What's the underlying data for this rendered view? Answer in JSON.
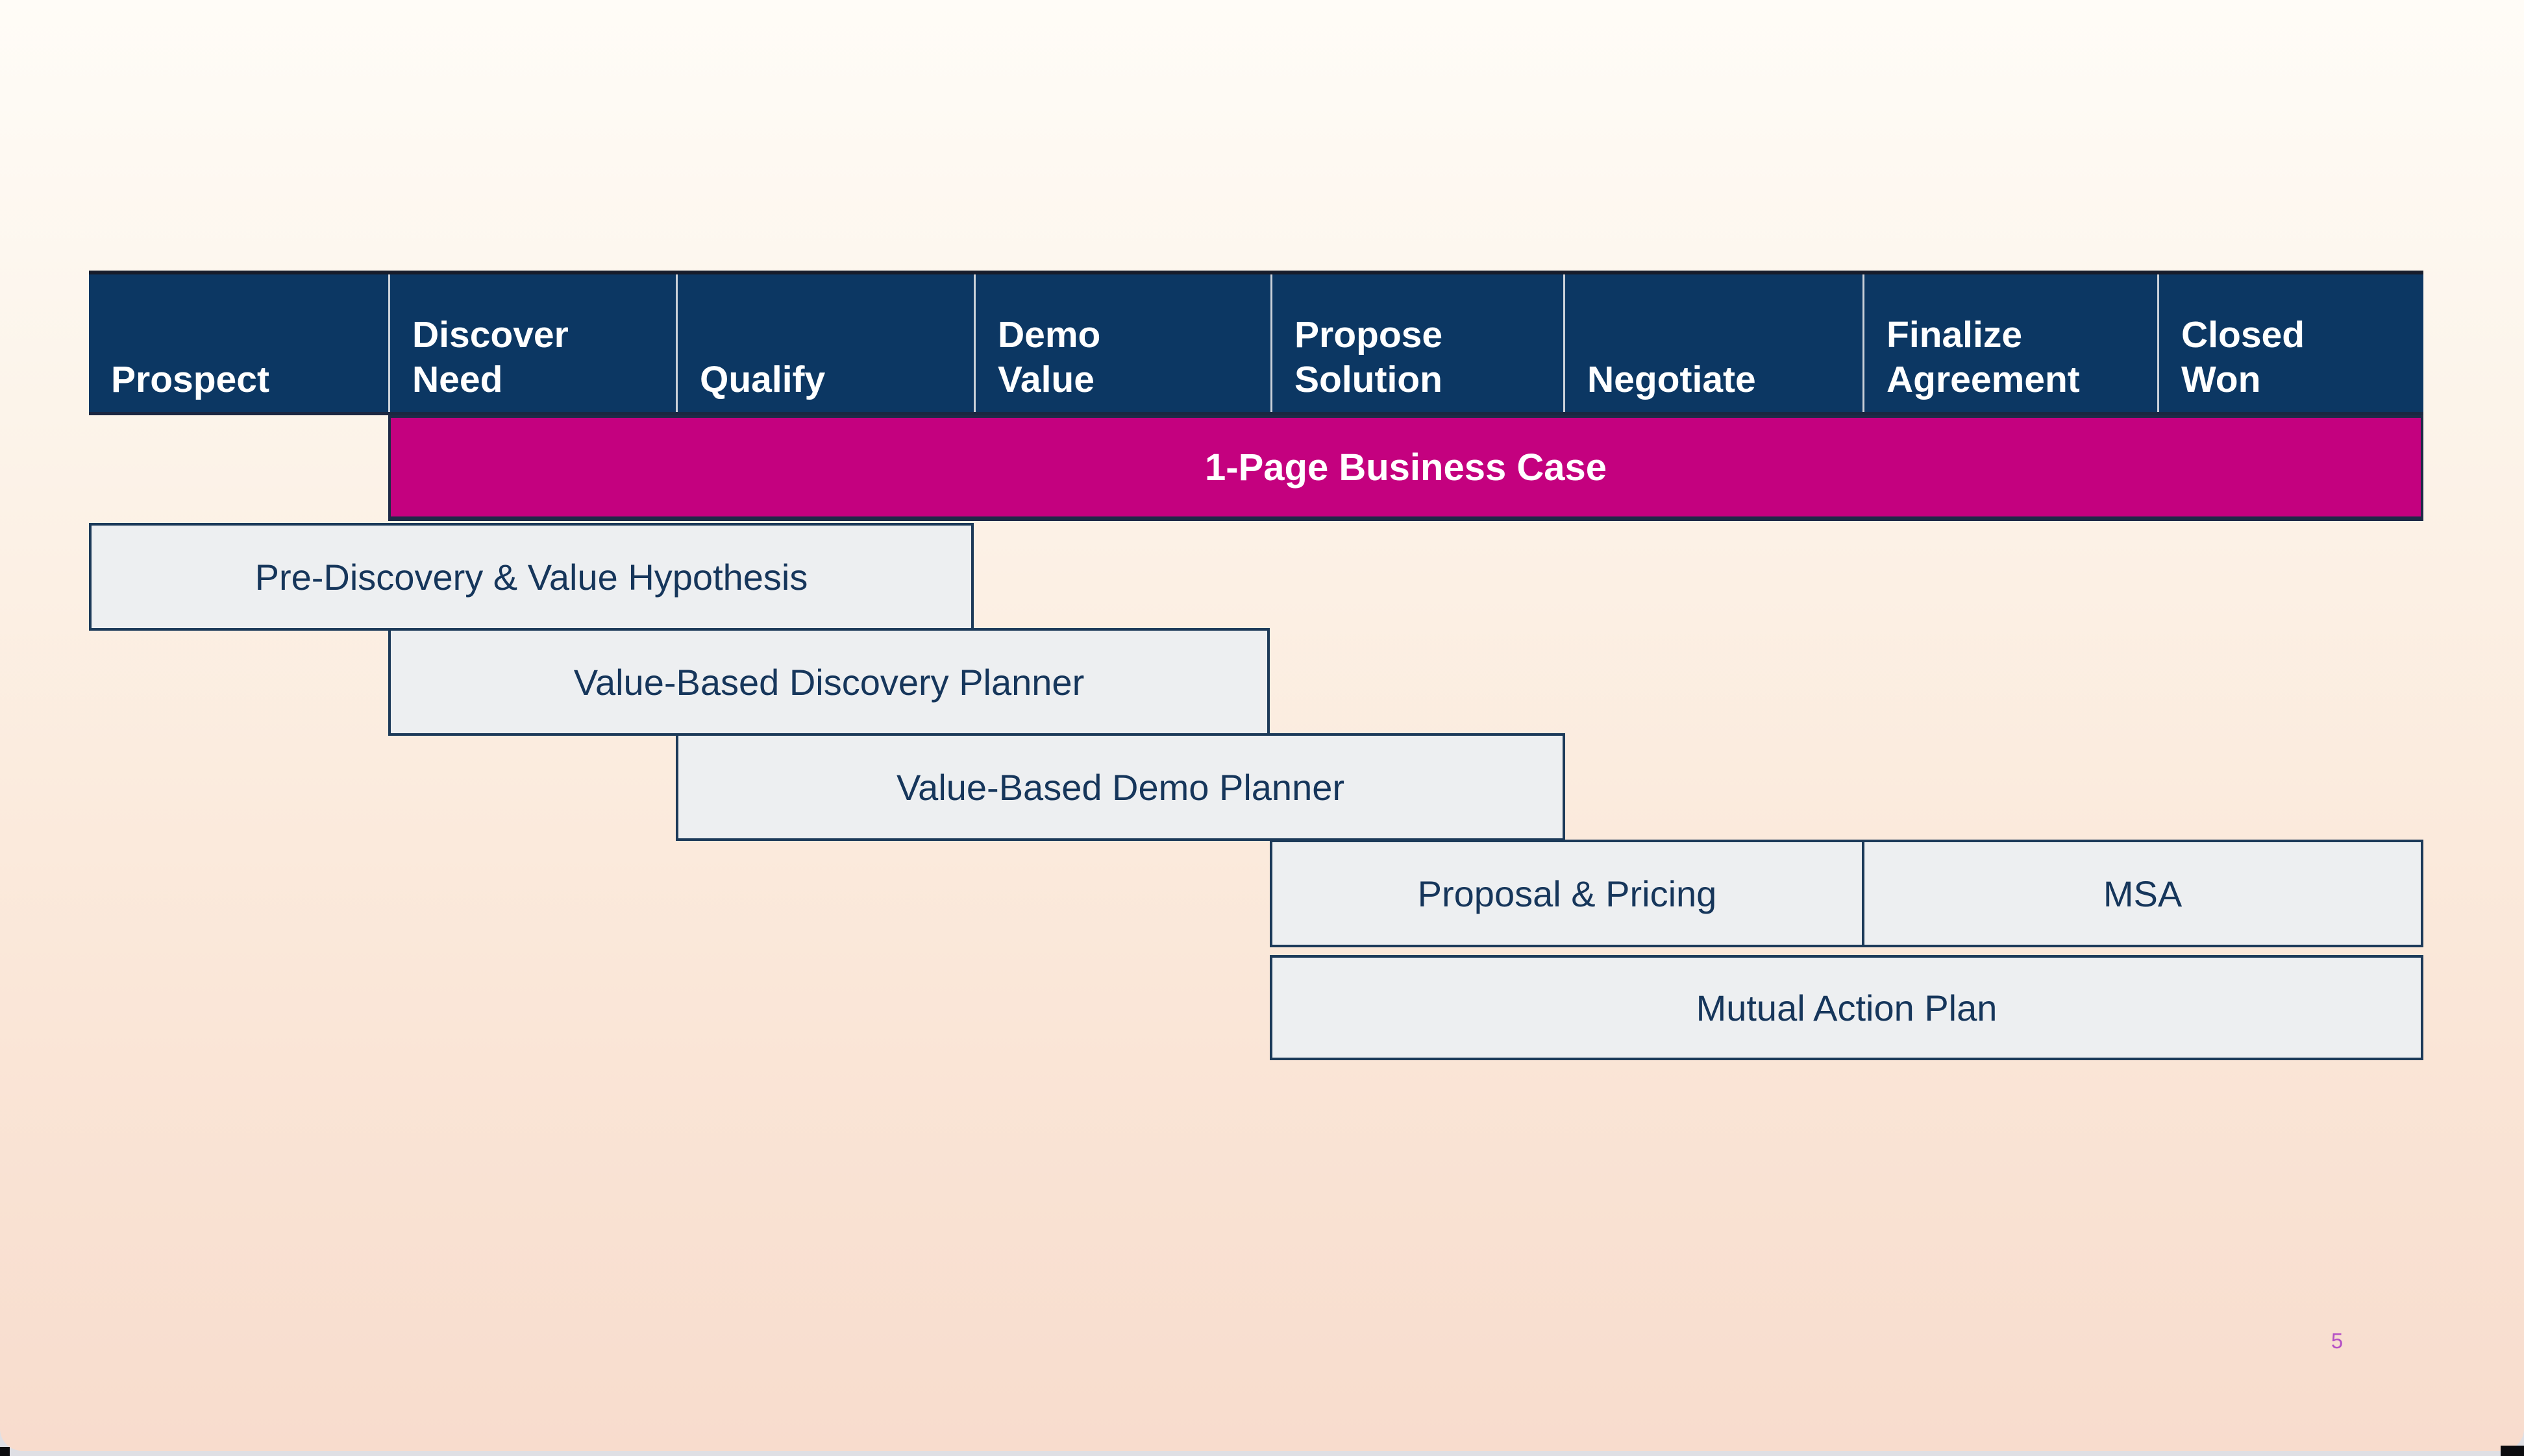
{
  "slide": {
    "page_number": "5",
    "stages": [
      "Prospect",
      "Discover\nNeed",
      "Qualify",
      "Demo\nValue",
      "Propose\nSolution",
      "Negotiate",
      "Finalize\nAgreement",
      "Closed\nWon"
    ],
    "business_case": {
      "label": "1-Page Business Case"
    },
    "tools": [
      {
        "label": "Pre-Discovery & Value Hypothesis",
        "from_stage": "Prospect",
        "to_stage": "Qualify"
      },
      {
        "label": "Value-Based Discovery Planner",
        "from_stage": "Discover Need",
        "to_stage": "Demo Value"
      },
      {
        "label": "Value-Based Demo Planner",
        "from_stage": "Qualify",
        "to_stage": "Propose Solution"
      },
      {
        "label": "Proposal & Pricing",
        "from_stage": "Propose Solution",
        "to_stage": "Negotiate"
      },
      {
        "label": "MSA",
        "from_stage": "Finalize Agreement",
        "to_stage": "Closed Won"
      },
      {
        "label": "Mutual Action Plan",
        "from_stage": "Propose Solution",
        "to_stage": "Closed Won"
      }
    ],
    "colors": {
      "stage_header_navy": "#0C3763",
      "business_case_magenta": "#C4017F",
      "tool_box_fill": "#EDEFF1",
      "tool_box_text": "#16365B",
      "page_number": "#B551C5"
    }
  }
}
